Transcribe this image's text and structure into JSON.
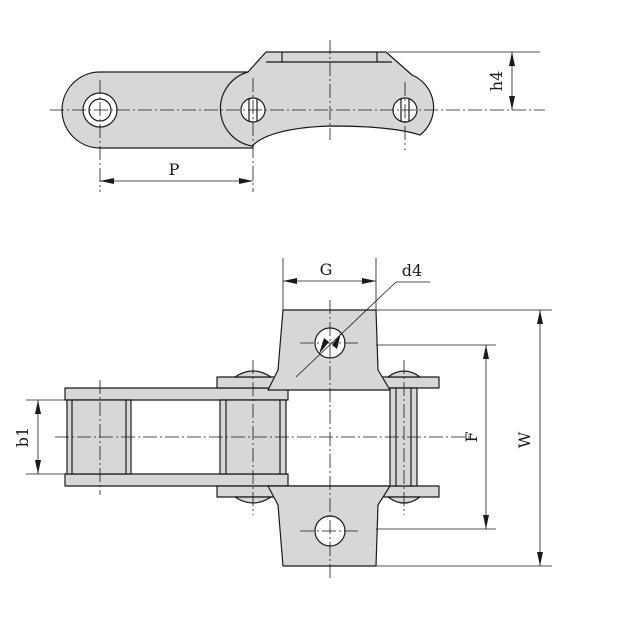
{
  "diagram": {
    "side_view": {
      "dim_pitch": "P",
      "dim_h4": "h4"
    },
    "front_view": {
      "dim_G": "G",
      "dim_d4": "d4",
      "dim_b1": "b1",
      "dim_F": "F",
      "dim_W": "W"
    }
  }
}
